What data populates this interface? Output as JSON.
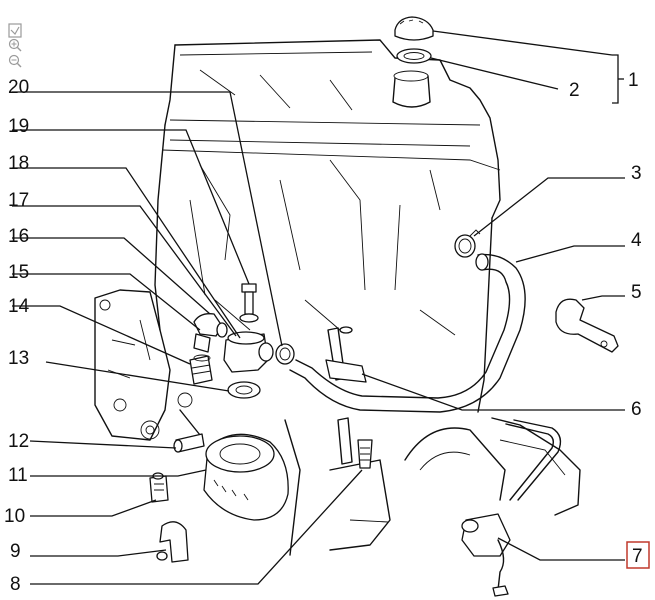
{
  "toolbar": {
    "tools": [
      "fit-to-screen",
      "zoom-in",
      "zoom-out"
    ]
  },
  "callouts": [
    {
      "id": "1",
      "text": "1"
    },
    {
      "id": "2",
      "text": "2"
    },
    {
      "id": "3",
      "text": "3"
    },
    {
      "id": "4",
      "text": "4"
    },
    {
      "id": "5",
      "text": "5"
    },
    {
      "id": "6",
      "text": "6"
    },
    {
      "id": "7",
      "text": "7",
      "selected": true
    },
    {
      "id": "8",
      "text": "8"
    },
    {
      "id": "9",
      "text": "9"
    },
    {
      "id": "10",
      "text": "10"
    },
    {
      "id": "11",
      "text": "11"
    },
    {
      "id": "12",
      "text": "12"
    },
    {
      "id": "13",
      "text": "13"
    },
    {
      "id": "14",
      "text": "14"
    },
    {
      "id": "15",
      "text": "15"
    },
    {
      "id": "16",
      "text": "16"
    },
    {
      "id": "17",
      "text": "17"
    },
    {
      "id": "18",
      "text": "18"
    },
    {
      "id": "19",
      "text": "19"
    },
    {
      "id": "20",
      "text": "20"
    }
  ],
  "colors": {
    "line": "#111111",
    "selected_box": "#c0392b",
    "tool_icon": "#9a9a9a",
    "background": "#ffffff"
  }
}
